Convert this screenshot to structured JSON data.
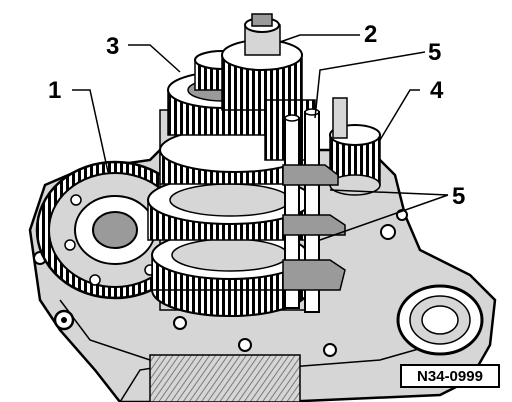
{
  "callouts": {
    "c1": "1",
    "c2": "2",
    "c3": "3",
    "c4": "4",
    "c5a": "5",
    "c5b": "5"
  },
  "reference_code": "N34-0999",
  "colors": {
    "ink": "#000000",
    "paper": "#ffffff",
    "shade": "#9a9a9a",
    "light": "#d6d6d6"
  },
  "components": [
    "transmission-housing",
    "differential-ring-gear",
    "output-shaft-gear-cluster",
    "input-shaft-gear-cluster",
    "reverse-idler-gear",
    "selector-rods-with-forks",
    "housing-bolt-holes",
    "bearing-opening"
  ]
}
